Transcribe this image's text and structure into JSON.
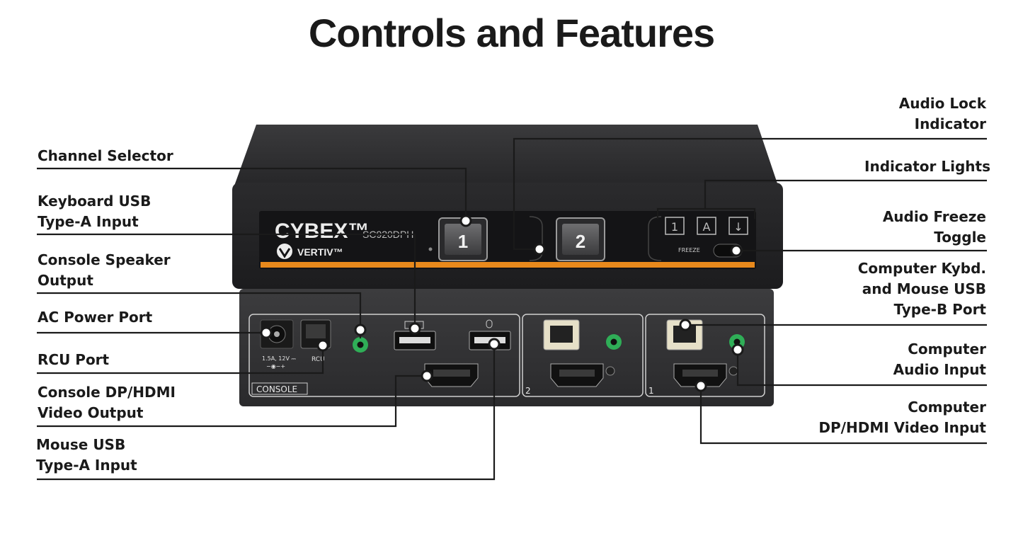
{
  "title": "Controls and Features",
  "device": {
    "brand": "CYBEX™",
    "model": "SC920DPH",
    "maker": "VERTIV™",
    "channels": [
      "1",
      "2"
    ],
    "indicators": [
      "1",
      "A",
      "↓"
    ],
    "freeze_label": "FREEZE",
    "power_spec": "1.5A, 12V ⎓",
    "rcu_label": "RCU",
    "console_label": "CONSOLE",
    "port_group_2": "2",
    "port_group_1": "1"
  },
  "labels_left": [
    {
      "id": "channel-selector",
      "lines": [
        "Channel Selector"
      ]
    },
    {
      "id": "keyboard-usb-input",
      "lines": [
        "Keyboard USB",
        "Type-A Input"
      ]
    },
    {
      "id": "console-speaker-output",
      "lines": [
        "Console Speaker",
        "Output"
      ]
    },
    {
      "id": "ac-power-port",
      "lines": [
        "AC Power Port"
      ]
    },
    {
      "id": "rcu-port",
      "lines": [
        "RCU Port"
      ]
    },
    {
      "id": "console-video-output",
      "lines": [
        "Console DP/HDMI",
        "Video Output"
      ]
    },
    {
      "id": "mouse-usb-input",
      "lines": [
        "Mouse USB",
        "Type-A Input"
      ]
    }
  ],
  "labels_right": [
    {
      "id": "audio-lock-indicator",
      "lines": [
        "Audio Lock",
        "Indicator"
      ]
    },
    {
      "id": "indicator-lights",
      "lines": [
        "Indicator Lights"
      ]
    },
    {
      "id": "audio-freeze-toggle",
      "lines": [
        "Audio Freeze",
        "Toggle"
      ]
    },
    {
      "id": "computer-usb-port",
      "lines": [
        "Computer Kybd.",
        "and Mouse USB",
        "Type-B  Port"
      ]
    },
    {
      "id": "computer-audio-input",
      "lines": [
        "Computer",
        "Audio Input"
      ]
    },
    {
      "id": "computer-video-input",
      "lines": [
        "Computer",
        "DP/HDMI Video Input"
      ]
    }
  ],
  "colors": {
    "accent_orange": "#e8891c",
    "audio_green": "#2fae57",
    "device_body": "#2e2e30",
    "text": "#1a1a1a"
  }
}
